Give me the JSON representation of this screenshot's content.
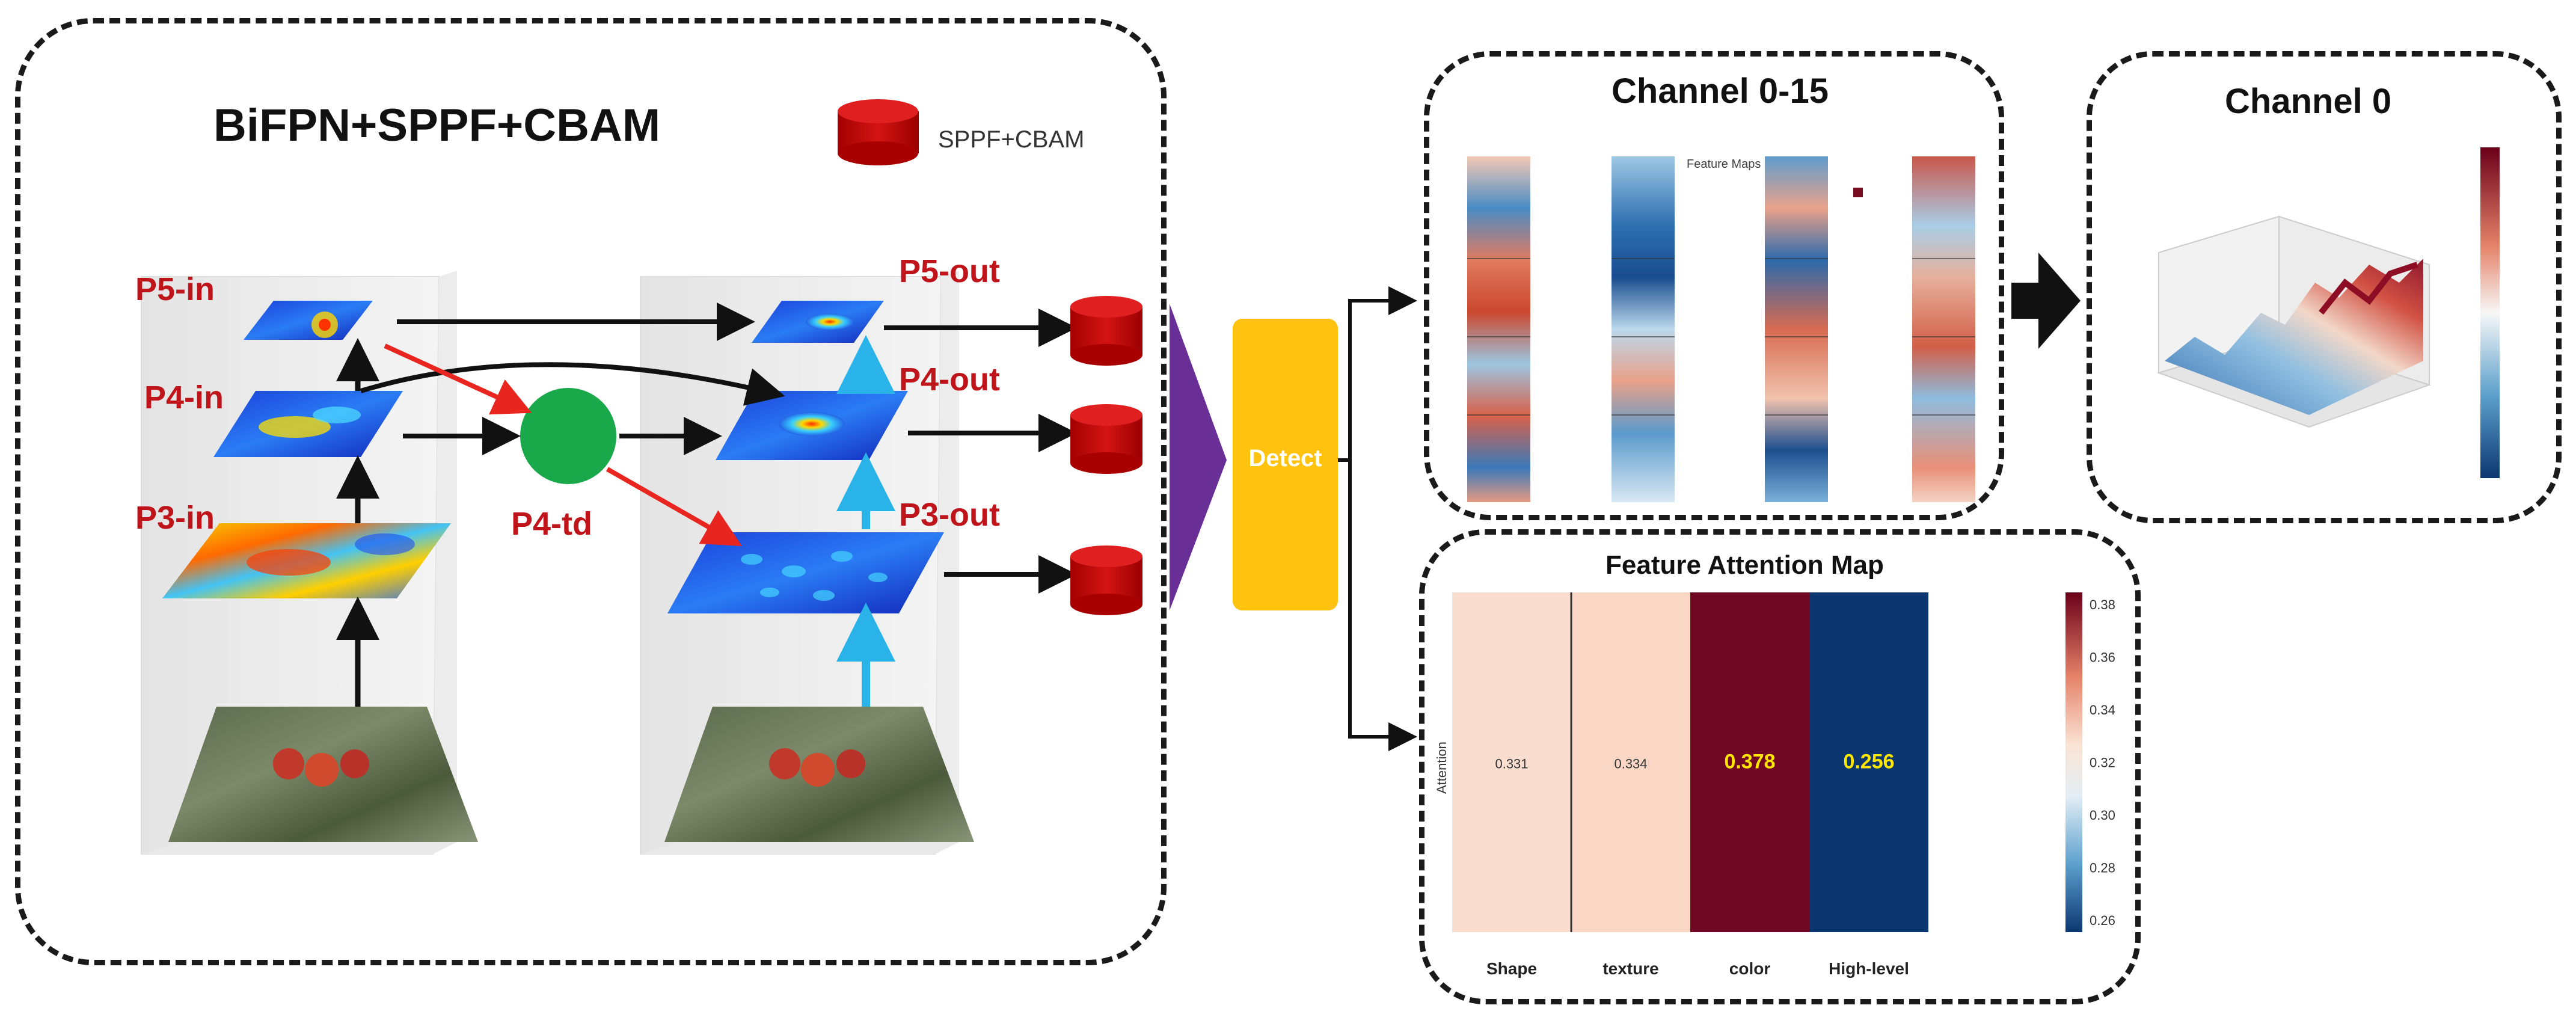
{
  "left_panel": {
    "title": "BiFPN+SPPF+CBAM",
    "legend_label": "SPPF+CBAM",
    "p5_in": "P5-in",
    "p4_in": "P4-in",
    "p3_in": "P3-in",
    "p4_td": "P4-td",
    "p5_out": "P5-out",
    "p4_out": "P4-out",
    "p3_out": "P3-out"
  },
  "detect": {
    "label": "Detect"
  },
  "channel_panel": {
    "title": "Channel 0-15",
    "inner_title": "Feature Maps"
  },
  "channel0_panel": {
    "title": "Channel 0"
  },
  "attention_panel": {
    "title": "Feature Attention Map",
    "ylabel": "Attention"
  },
  "colors": {
    "module_red": "#c40b0b",
    "detect_yellow": "#ffc20e",
    "p4td_green": "#19a84a",
    "funnel_purple": "#6a2f96",
    "arrow_red": "#e8261f",
    "arrow_blue": "#29b3e8"
  },
  "chart_data": {
    "type": "heatmap",
    "title": "Feature Attention Map",
    "ylabel": "Attention",
    "categories": [
      "Shape",
      "texture",
      "color",
      "High-level"
    ],
    "values": [
      0.331,
      0.334,
      0.378,
      0.256
    ],
    "value_labels": [
      "0.331",
      "0.334",
      "0.378",
      "0.256"
    ],
    "colorbar": {
      "min": 0.26,
      "max": 0.38,
      "ticks": [
        "0.38",
        "0.36",
        "0.34",
        "0.32",
        "0.30",
        "0.28",
        "0.26"
      ]
    },
    "colormap": "RdBu_r"
  }
}
